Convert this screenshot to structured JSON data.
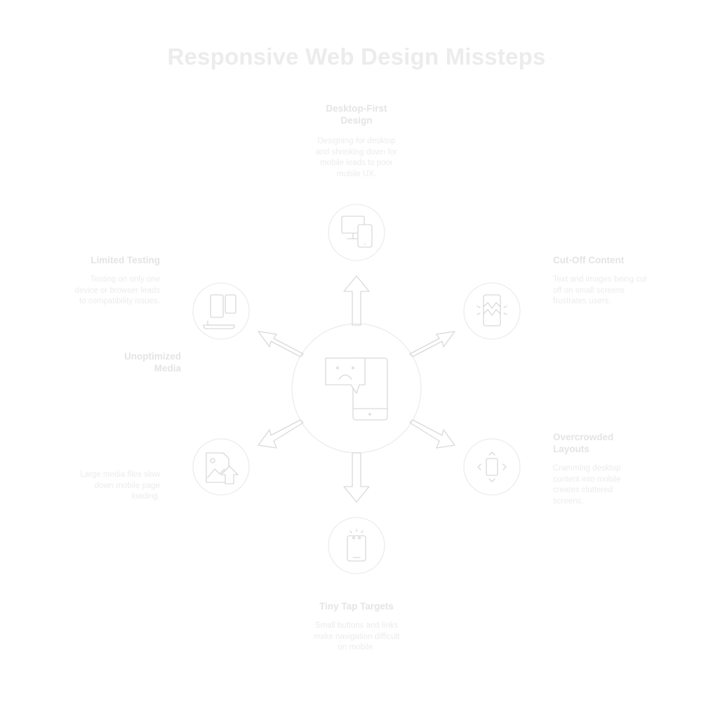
{
  "title": "Responsive Web Design Missteps",
  "colors": {
    "stroke": "#d9d9d9",
    "circle_fill": "#ffffff",
    "text_heading": "#e4e4e4",
    "text_body": "#ececec"
  },
  "center_icon": "sad-chat-smartphone-icon",
  "nodes": [
    {
      "id": "desktop-first",
      "icon": "desktop-and-phone-icon",
      "heading": "Desktop-First Design",
      "description": "Designing for desktop and shrinking down for mobile leads to poor mobile UX."
    },
    {
      "id": "cut-off-content",
      "icon": "broken-phone-icon",
      "heading": "Cut-Off Content",
      "description": "Text and images being cut off on small screens frustrates users."
    },
    {
      "id": "overcrowded-layouts",
      "icon": "phone-resize-arrows-icon",
      "heading": "Overcrowded Layouts",
      "description": "Cramming desktop content into mobile creates cluttered screens."
    },
    {
      "id": "tiny-tap-targets",
      "icon": "tap-phone-icon",
      "heading": "Tiny Tap Targets",
      "description": "Small buttons and links make navigation difficult on mobile."
    },
    {
      "id": "unoptimized-media",
      "icon": "image-upload-icon",
      "heading": "Unoptimized Media",
      "description": "Large media files slow down mobile page loading."
    },
    {
      "id": "limited-testing",
      "icon": "multi-device-icon",
      "heading": "Limited Testing",
      "description": "Testing on only one device or browser leads to compatibility issues."
    }
  ]
}
